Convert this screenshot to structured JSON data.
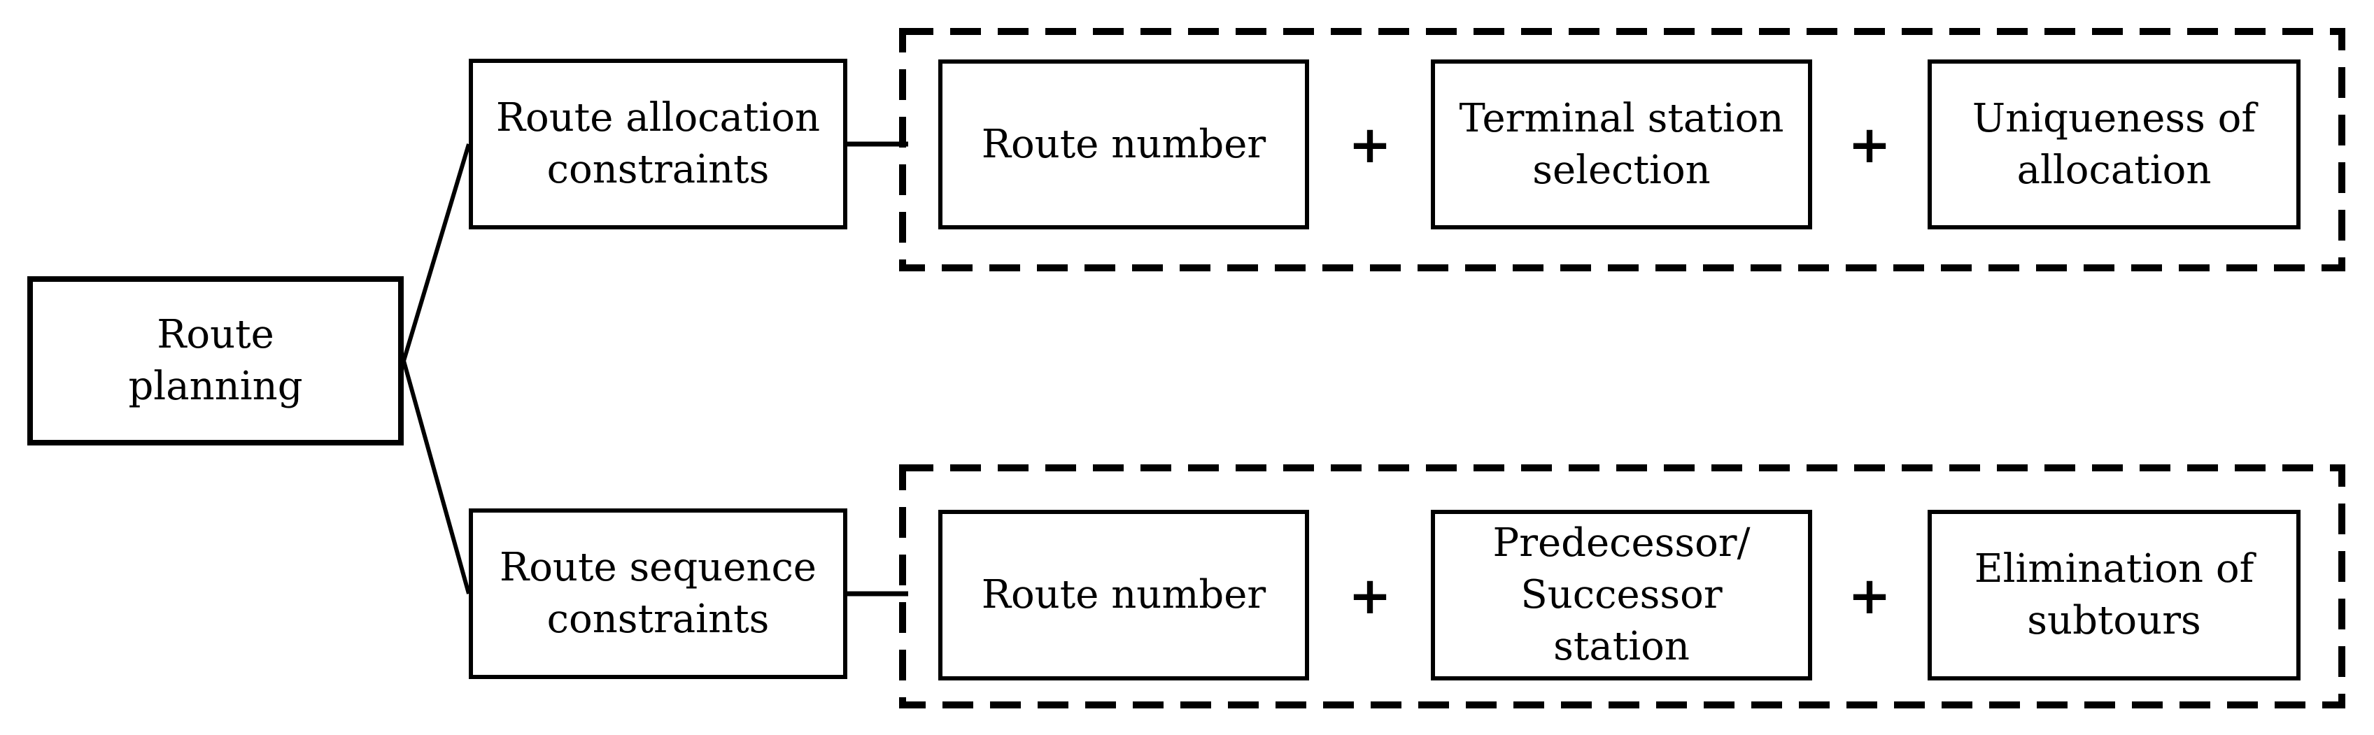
{
  "diagram": {
    "background_color": "#ffffff",
    "line_color": "#000000",
    "nodes": {
      "route_planning": {
        "label": "Route\nplanning"
      },
      "route_allocation_constraints": {
        "label": "Route allocation\nconstraints"
      },
      "route_sequence_constraints": {
        "label": "Route sequence\nconstraints"
      },
      "allocation_route_number": {
        "label": "Route number"
      },
      "terminal_station_selection": {
        "label": "Terminal station\nselection"
      },
      "uniqueness_of_allocation": {
        "label": "Uniqueness of\nallocation"
      },
      "sequence_route_number": {
        "label": "Route number"
      },
      "predecessor_successor_station": {
        "label": "Predecessor/\nSuccessor\nstation"
      },
      "elimination_of_subtours": {
        "label": "Elimination of\nsubtours"
      }
    },
    "operators": {
      "plus": "+"
    }
  }
}
